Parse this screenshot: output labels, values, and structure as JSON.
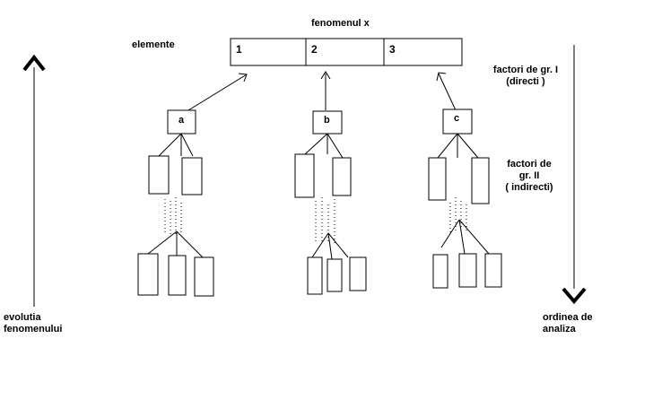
{
  "diagram": {
    "title": "fenomenul x",
    "elements_label": "elemente",
    "element_cells": [
      "1",
      "2",
      "3"
    ],
    "factor_nodes": [
      "a",
      "b",
      "c"
    ],
    "group1_label": [
      "factori de gr. I",
      "(directi )"
    ],
    "group2_label": [
      "factori de",
      "gr. II",
      "( indirecti)"
    ],
    "left_axis_label": [
      "evolutia",
      "fenomenului"
    ],
    "right_axis_label": [
      "ordinea de",
      "analiza"
    ]
  }
}
